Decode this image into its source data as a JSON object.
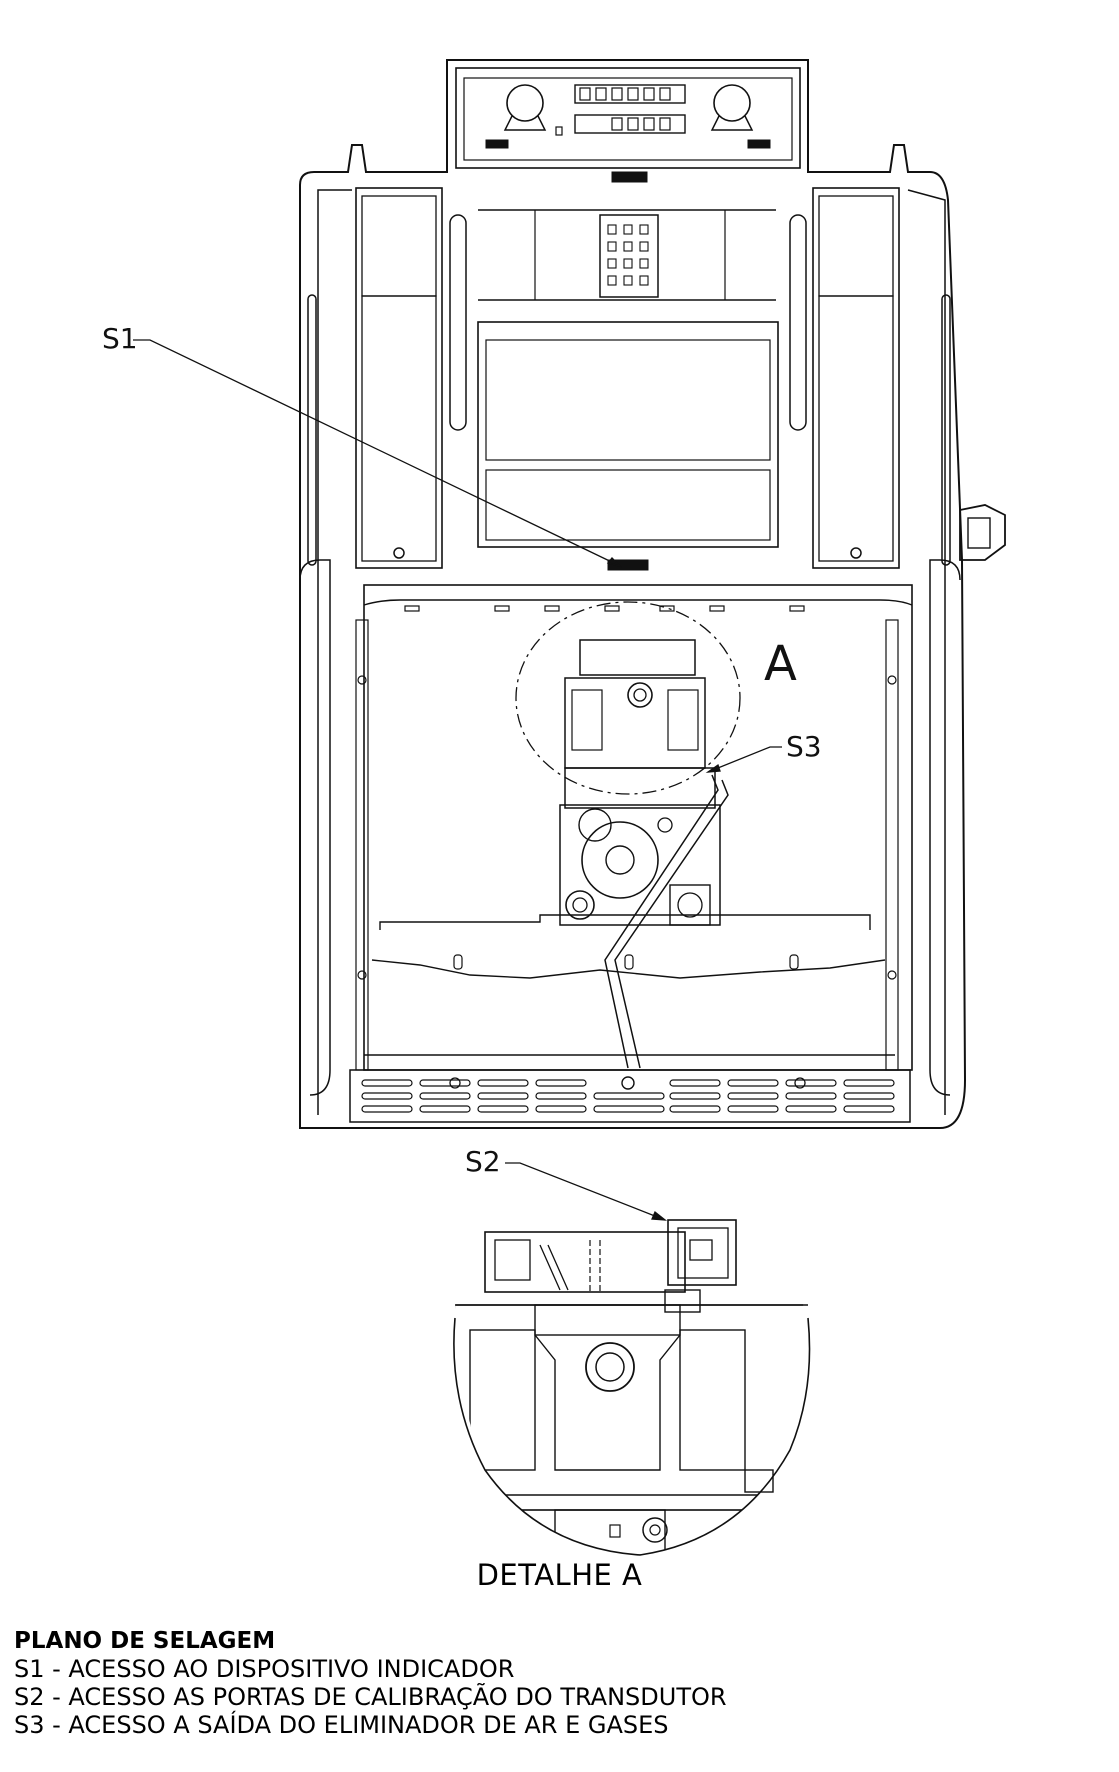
{
  "callouts": {
    "s1": "S1",
    "s2": "S2",
    "s3": "S3",
    "a": "A"
  },
  "detail_title": "DETALHE A",
  "legend": {
    "title": "PLANO DE SELAGEM",
    "items": [
      "S1 - ACESSO AO DISPOSITIVO INDICADOR",
      "S2 - ACESSO AS PORTAS DE CALIBRAÇÃO DO TRANSDUTOR",
      "S3 - ACESSO A SAÍDA DO ELIMINADOR DE AR E GASES"
    ]
  }
}
